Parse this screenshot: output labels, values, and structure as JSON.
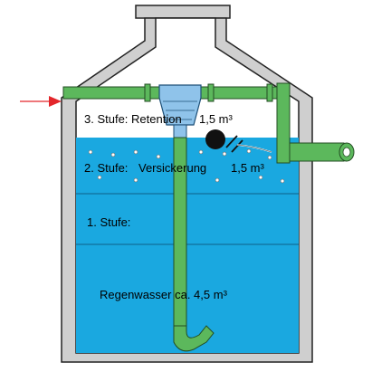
{
  "labels": {
    "stage3": "3. Stufe: Retention",
    "stage3_volume": "1,5 m³",
    "stage2": "2. Stufe:",
    "stage2_word": "Versickerung",
    "stage2_volume": "1,5 m³",
    "stage1": "1. Stufe:",
    "stage1_volume": "Regenwasser ca. 4,5 m³"
  },
  "colors": {
    "water": "#1aa8e0",
    "tank_wall": "#cfcfcf",
    "pipe": "#5cb85c",
    "arrow": "#e3262b",
    "filter": "#8fc3ea"
  }
}
